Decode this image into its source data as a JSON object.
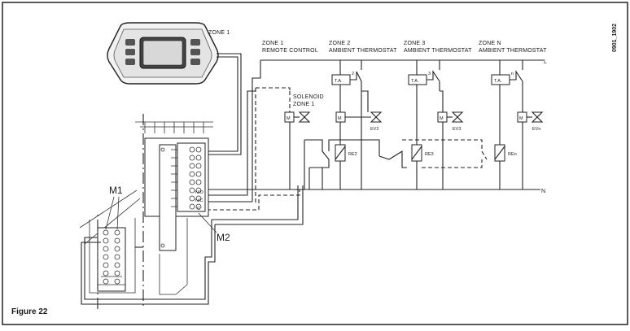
{
  "figure": {
    "caption": "Figure 22",
    "code": "0901_1902"
  },
  "labels": {
    "zone1_top": "ZONE 1",
    "zone1_col": "ZONE 1",
    "remote_control": "REMOTE CONTROL",
    "zone2": "ZONE 2",
    "zone3": "ZONE 3",
    "zoneN": "ZONE N",
    "ambient_thermostat": "AMBIENT THERMOSTAT",
    "solenoid": "SOLENOID",
    "solenoid_zone": "ZONE 1",
    "line_L": "L",
    "line_N": "N",
    "m1": "M1",
    "m2": "M2",
    "motor": "M",
    "ta": "T.A."
  },
  "devices": {
    "ev2": "EV2",
    "ev3": "EV3",
    "evn": "EVn",
    "re2": "RE2",
    "re3": "RE3",
    "ren": "REn",
    "t2": "2",
    "t3": "3",
    "tn": "n"
  },
  "terminals": [
    "N/O",
    "N/C",
    "C"
  ]
}
